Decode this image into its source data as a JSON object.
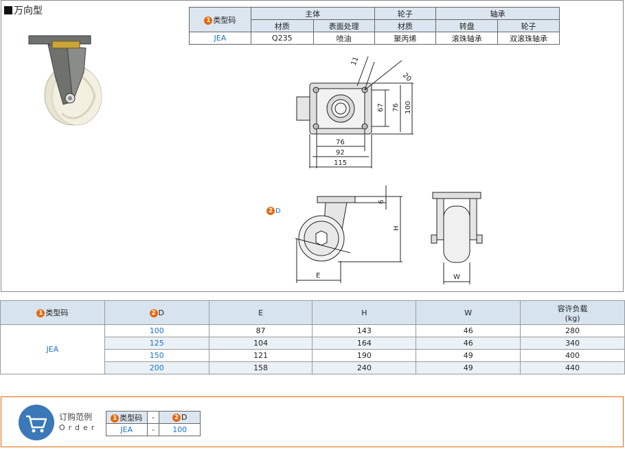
{
  "page": {
    "title": "万向型"
  },
  "spec_table": {
    "h_type_code": "类型码",
    "h_body": "主体",
    "h_wheel": "轮子",
    "h_bearing": "轴承",
    "h_material": "材质",
    "h_surface": "表面处理",
    "h_wheel_material": "材质",
    "h_turntable": "转盘",
    "h_wheel2": "轮子",
    "code": "JEA",
    "material": "Q235",
    "surface": "喷油",
    "wheel_material": "聚丙烯",
    "turntable": "滚珠轴承",
    "wheel_bearing": "双滚珠轴承"
  },
  "badges": {
    "one": "1",
    "two": "2"
  },
  "drawing": {
    "dim_11": "11",
    "dim_20": "20",
    "dim_67": "67",
    "dim_76v": "76",
    "dim_100": "100",
    "dim_76h": "76",
    "dim_92": "92",
    "dim_115": "115",
    "dim_6": "6",
    "dim_H": "H",
    "dim_E": "E",
    "dim_W": "W",
    "dim_D": "D"
  },
  "main_table": {
    "h_type_code": "类型码",
    "h_D": "D",
    "h_E": "E",
    "h_H": "H",
    "h_W": "W",
    "h_load": "容许负载",
    "h_load_unit": "(kg)",
    "code": "JEA",
    "rows": [
      {
        "D": "100",
        "E": "87",
        "H": "143",
        "W": "46",
        "load": "280"
      },
      {
        "D": "125",
        "E": "104",
        "H": "164",
        "W": "46",
        "load": "340"
      },
      {
        "D": "150",
        "E": "121",
        "H": "190",
        "W": "49",
        "load": "400"
      },
      {
        "D": "200",
        "E": "158",
        "H": "240",
        "W": "49",
        "load": "440"
      }
    ]
  },
  "order": {
    "label_cn": "订购范例",
    "label_en": "Order",
    "h_type_code": "类型码",
    "dash1": "-",
    "h_D": "D",
    "code": "JEA",
    "dash2": "-",
    "D": "100",
    "icon": "shopping-cart-icon"
  },
  "colors": {
    "accent_orange": "#e8670c",
    "code_blue": "#1a73c9",
    "header_bg": "#d7e4ef"
  }
}
